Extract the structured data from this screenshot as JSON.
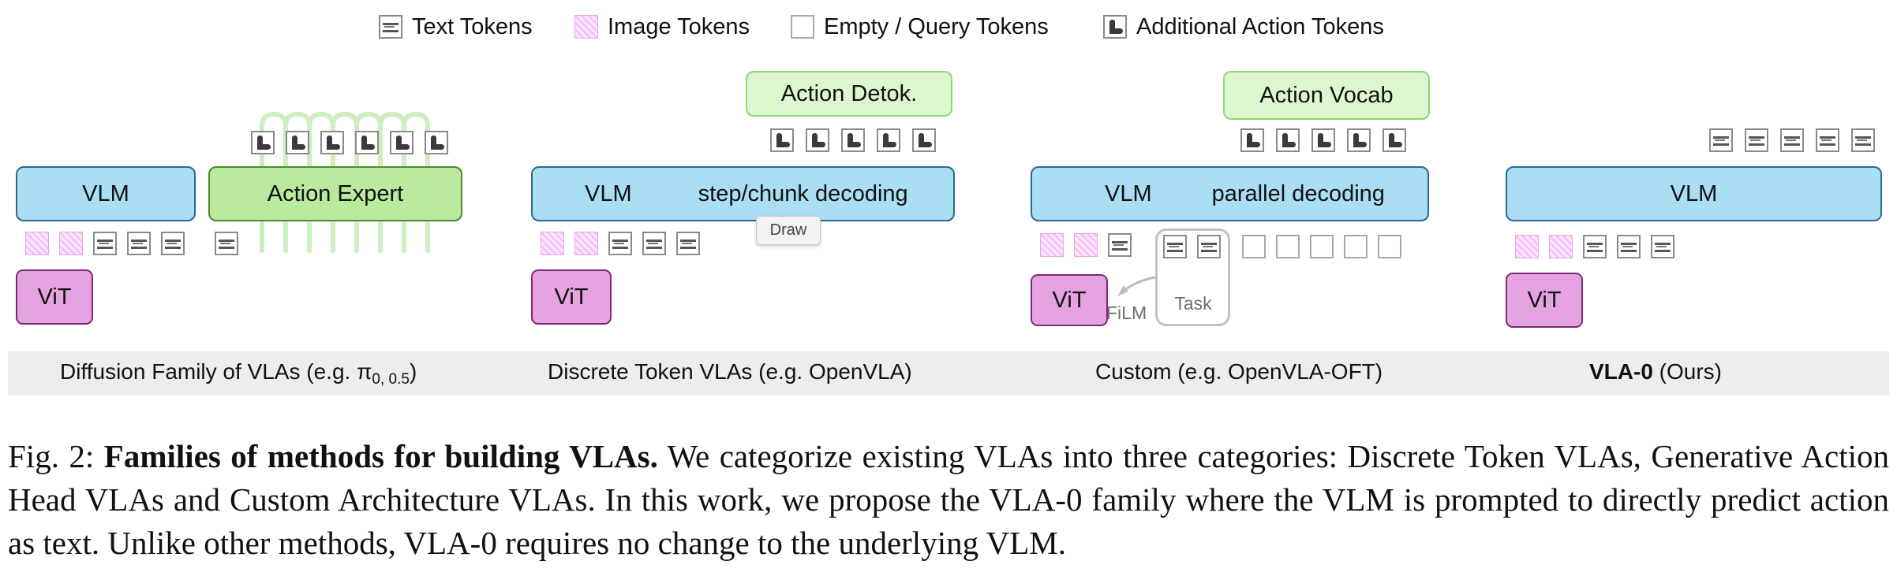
{
  "legend": {
    "text_tokens": "Text Tokens",
    "image_tokens": "Image Tokens",
    "empty_tokens": "Empty / Query Tokens",
    "action_tokens": "Additional Action Tokens"
  },
  "panels": {
    "diffusion": {
      "vlm": "VLM",
      "expert": "Action Expert",
      "vit": "ViT",
      "label_main": "Diffusion Family of VLAs (e.g. π",
      "label_sub": "0, 0.5",
      "label_end": ")"
    },
    "discrete": {
      "vlm": "VLM",
      "decoding": "step/chunk decoding",
      "detok": "Action Detok.",
      "vit": "ViT",
      "tooltip": "Draw",
      "label": "Discrete Token VLAs (e.g. OpenVLA)"
    },
    "custom": {
      "vlm": "VLM",
      "decoding": "parallel decoding",
      "vocab": "Action Vocab",
      "vit": "ViT",
      "task": "Task",
      "film": "FiLM",
      "label": "Custom (e.g. OpenVLA-OFT)"
    },
    "vla0": {
      "vlm": "VLM",
      "vit": "ViT",
      "label_bold": "VLA-0",
      "label_rest": " (Ours)"
    }
  },
  "caption": {
    "prefix": "Fig. 2: ",
    "bold": "Families of methods for building VLAs.",
    "body": " We categorize existing VLAs into three categories: Discrete Token VLAs, Generative Action Head VLAs and Custom Architecture VLAs. In this work, we propose the VLA-0 family where the VLM is prompted to directly predict action as text. Unlike other methods, VLA-0 requires no change to the underlying VLM."
  },
  "colors": {
    "vlm_fill": "#a9def3",
    "expert_fill": "#b9ea9e",
    "vit_fill": "#e6a3e1",
    "detok_fill": "#dcf7cf",
    "image_token": "#f5c6f5",
    "band": "#ededed"
  }
}
